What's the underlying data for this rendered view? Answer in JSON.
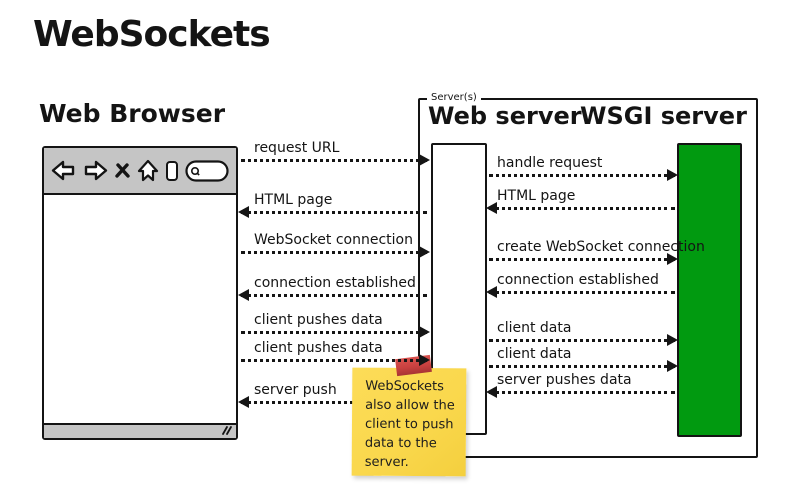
{
  "title": "WebSockets",
  "browser": {
    "label": "Web Browser",
    "toolbar_icons": [
      "back-arrow",
      "forward-arrow",
      "stop-x",
      "home",
      "address-bar",
      "search-field"
    ]
  },
  "server_group": {
    "label": "Server(s)",
    "web_server": "Web server",
    "wsgi_server": "WSGI server"
  },
  "arrows": {
    "browser_to_webserver": [
      {
        "label": "request URL",
        "direction": "right"
      },
      {
        "label": "HTML page",
        "direction": "left"
      },
      {
        "label": "WebSocket connection",
        "direction": "right"
      },
      {
        "label": "connection established",
        "direction": "left"
      },
      {
        "label": "client pushes data",
        "direction": "right"
      },
      {
        "label": "client pushes data",
        "direction": "right"
      },
      {
        "label": "server push",
        "direction": "left"
      }
    ],
    "webserver_to_wsgi": [
      {
        "label": "handle request",
        "direction": "right"
      },
      {
        "label": "HTML page",
        "direction": "left"
      },
      {
        "label": "create WebSocket connection",
        "direction": "right"
      },
      {
        "label": "connection established",
        "direction": "left"
      },
      {
        "label": "client data",
        "direction": "right"
      },
      {
        "label": "client data",
        "direction": "right"
      },
      {
        "label": "server pushes data",
        "direction": "left"
      }
    ]
  },
  "sticky_note": {
    "text": "WebSockets also allow the client to push data to the server."
  },
  "colors": {
    "ink": "#141414",
    "toolbar_gray": "#c5c5c5",
    "wsgi_green": "#019a10",
    "note_yellow": "#fad84d",
    "tape_red": "#c94140"
  }
}
